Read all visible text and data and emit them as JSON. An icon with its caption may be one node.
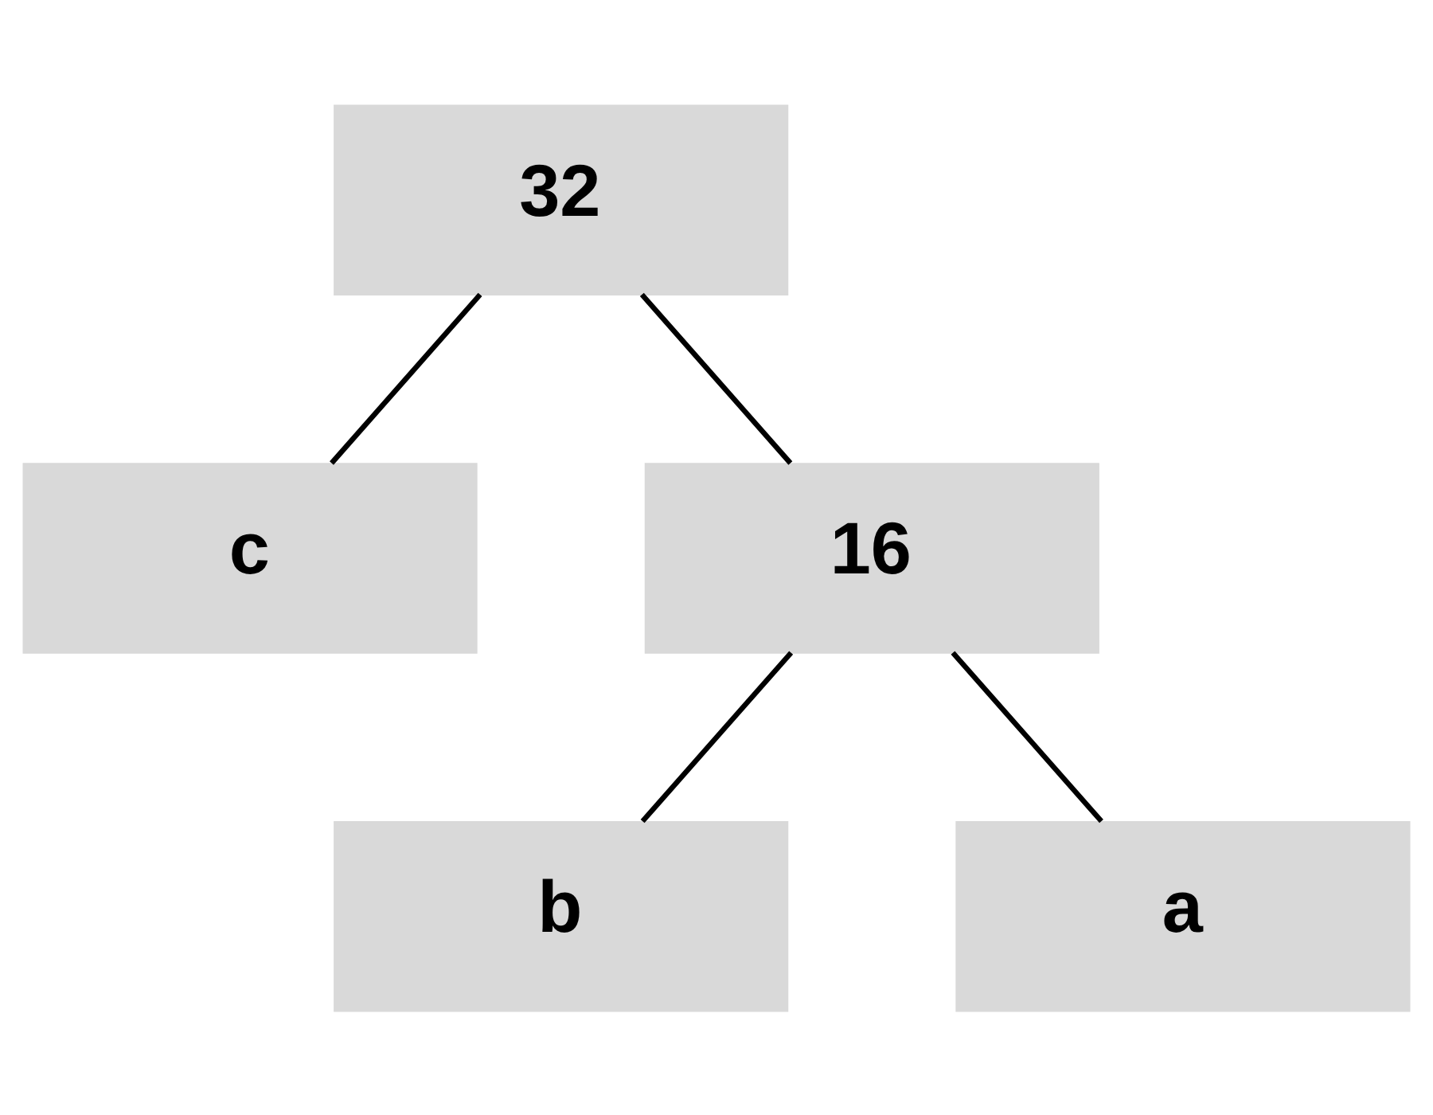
{
  "diagram": {
    "nodes": [
      {
        "text": [
          "32"
        ]
      },
      {
        "text": [
          "c"
        ]
      },
      {
        "text": [
          "16"
        ]
      },
      {
        "text": [
          "b"
        ]
      },
      {
        "text": [
          "a"
        ]
      }
    ],
    "edges": [
      {
        "from": 0,
        "to": 1,
        "arrow": "none"
      },
      {
        "from": 0,
        "to": 2,
        "arrow": "none"
      },
      {
        "from": 2,
        "to": 3,
        "arrow": "none"
      },
      {
        "from": 2,
        "to": 4,
        "arrow": "none"
      }
    ]
  }
}
